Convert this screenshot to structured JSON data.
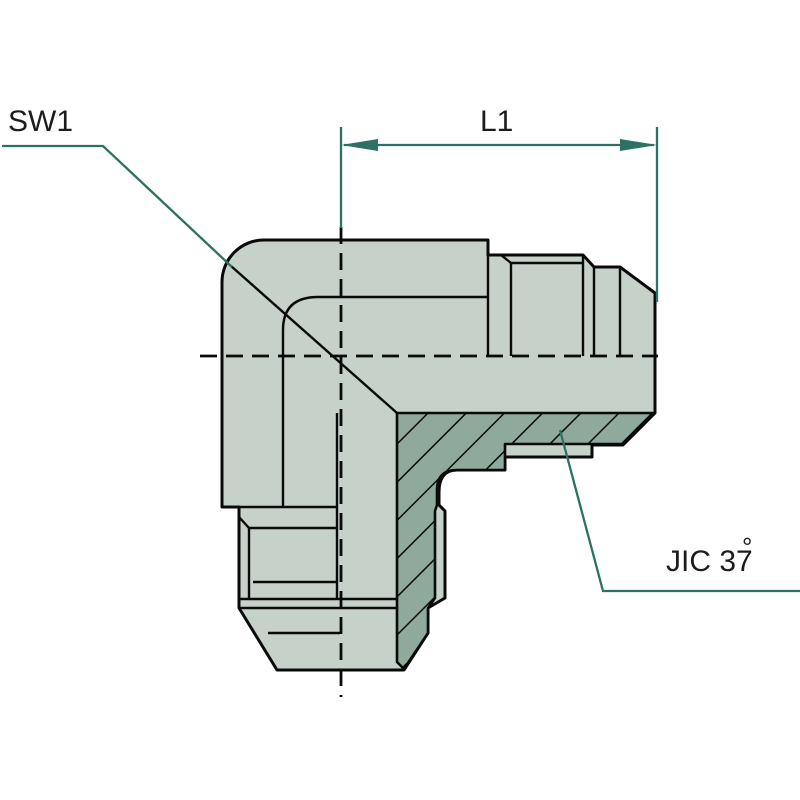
{
  "labels": {
    "sw1": "SW1",
    "l1": "L1",
    "jic": "JIC 37",
    "degree": "°"
  },
  "colors": {
    "background": "#ffffff",
    "body_fill": "#c6d1ca",
    "section_fill": "#8fa99c",
    "outline": "#0a0a0a",
    "annotation": "#2c7164",
    "text": "#1c1c1a"
  }
}
